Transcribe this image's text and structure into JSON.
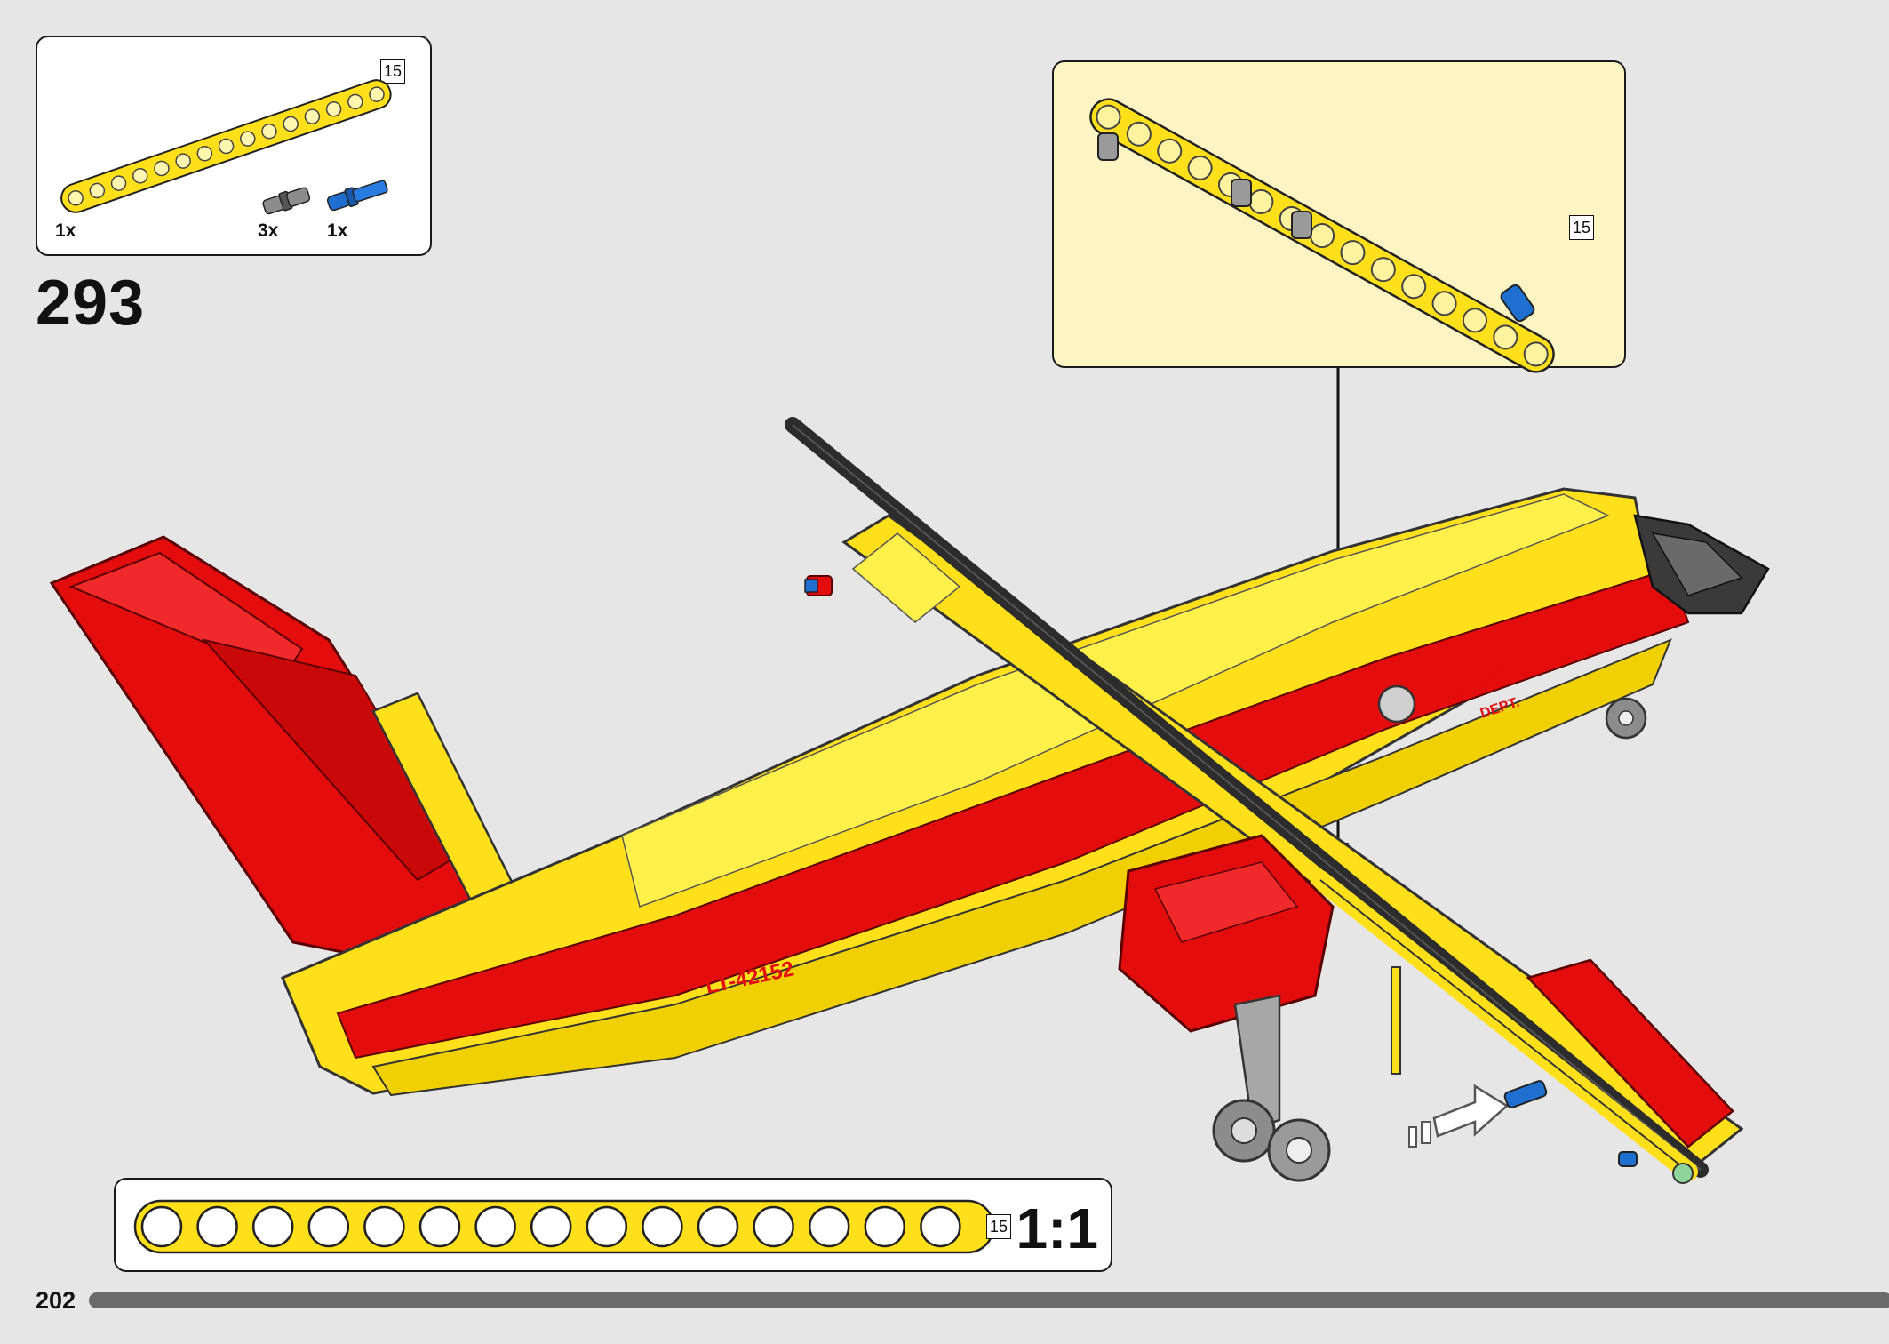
{
  "parts_list": {
    "beam": {
      "quantity": "1x",
      "length": "15"
    },
    "pin_gray": {
      "quantity": "3x"
    },
    "pin_blue": {
      "quantity": "1x"
    }
  },
  "step": {
    "number": "293"
  },
  "callout": {
    "beam_length": "15"
  },
  "scale_reference": {
    "length": "15",
    "scale": "1:1",
    "hole_count": 15
  },
  "page": {
    "number": "202",
    "progress": 1.0
  },
  "colors": {
    "yellow": "#ffe01a",
    "red": "#e30d0d",
    "dark_gray": "#3a3a3a",
    "light_gray": "#a7a7a7",
    "blue": "#1f6fd1",
    "callout_bg": "#fdf4c4",
    "page_bg": "#e6e6e6"
  },
  "icons": [
    "technic-beam-15",
    "friction-pin-gray",
    "axle-pin-blue",
    "insertion-arrow"
  ]
}
